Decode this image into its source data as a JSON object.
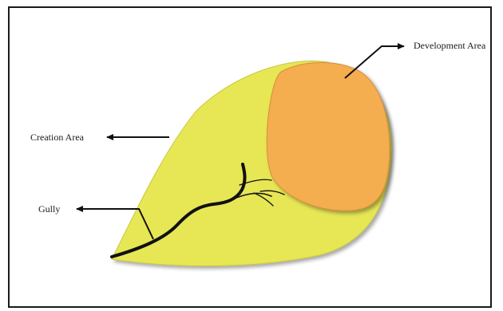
{
  "labels": {
    "development_area": "Development Area",
    "creation_area": "Creation Area",
    "gully": "Gully"
  },
  "colors": {
    "creation_area_fill": "#e7e655",
    "creation_area_stroke": "#c9c83e",
    "development_area_fill": "#f4ad4f",
    "development_area_stroke": "#d6903a",
    "gully_line": "#111111",
    "arrow": "#111111",
    "frame": "#1a1a1a"
  }
}
